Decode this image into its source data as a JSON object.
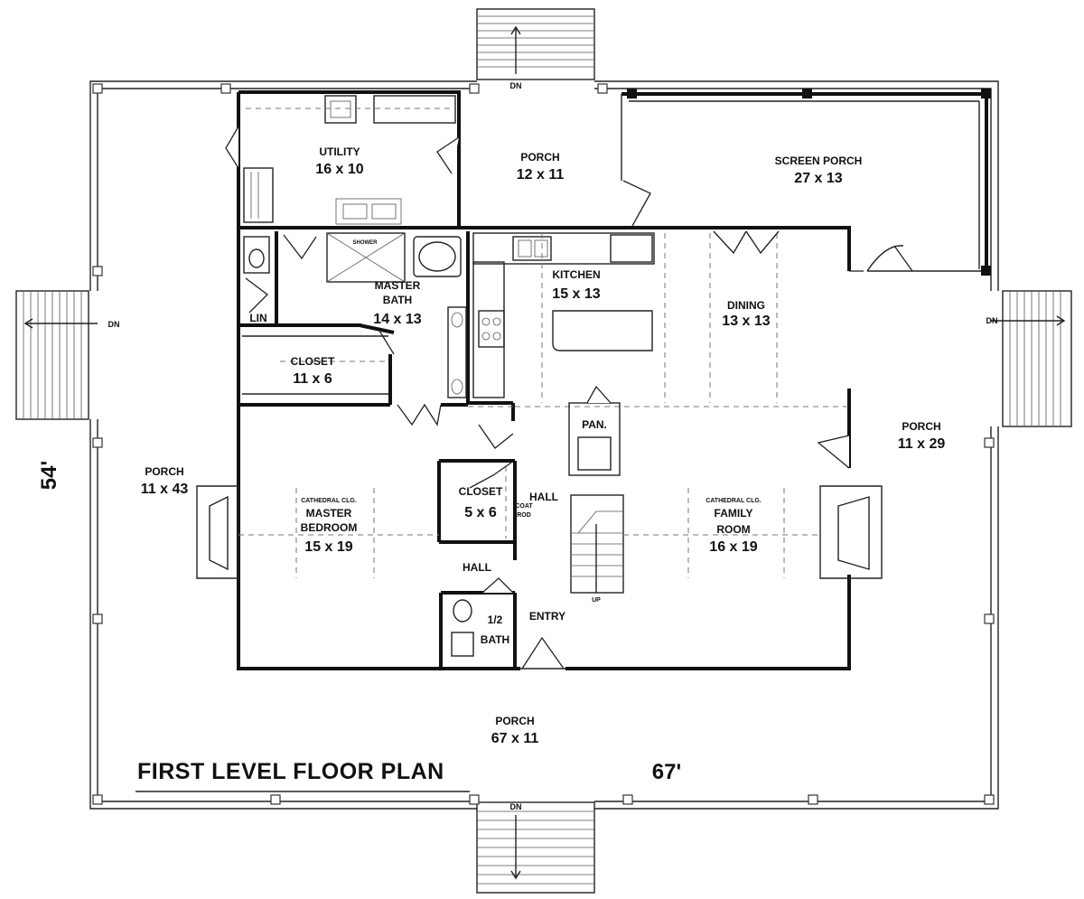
{
  "title": "FIRST LEVEL FLOOR PLAN",
  "overall_width": "67'",
  "overall_depth": "54'",
  "stair_down": "DN",
  "stair_up": "UP",
  "rooms": {
    "utility": {
      "name": "UTILITY",
      "size": "16 x 10"
    },
    "porch_back": {
      "name": "PORCH",
      "size": "12 x 11"
    },
    "screen_porch": {
      "name": "SCREEN PORCH",
      "size": "27 x 13"
    },
    "kitchen": {
      "name": "KITCHEN",
      "size": "15 x 13"
    },
    "dining": {
      "name": "DINING",
      "size": "13 x 13"
    },
    "master_bath": {
      "name": "MASTER",
      "name2": "BATH",
      "size": "14 x 13"
    },
    "lin": {
      "name": "LIN"
    },
    "closet_master": {
      "name": "CLOSET",
      "size": "11 x 6"
    },
    "porch_right": {
      "name": "PORCH",
      "size": "11 x 29"
    },
    "porch_left": {
      "name": "PORCH",
      "size": "11 x 43"
    },
    "master_bedroom": {
      "note": "CATHEDRAL CLG.",
      "name": "MASTER",
      "name2": "BEDROOM",
      "size": "15 x 19"
    },
    "closet_hall": {
      "name": "CLOSET",
      "size": "5 x 6"
    },
    "hall_1": {
      "name": "HALL"
    },
    "hall_2": {
      "name": "HALL"
    },
    "pantry": {
      "name": "PAN."
    },
    "family_room": {
      "note": "CATHEDRAL CLG.",
      "name": "FAMILY",
      "name2": "ROOM",
      "size": "16 x 19"
    },
    "half_bath": {
      "name": "1/2",
      "name2": "BATH"
    },
    "entry": {
      "name": "ENTRY"
    },
    "porch_front": {
      "name": "PORCH",
      "size": "67 x 11"
    },
    "shower": {
      "name": "SHOWER"
    },
    "coat_rod": {
      "name": "COAT",
      "name2": "ROD"
    }
  }
}
